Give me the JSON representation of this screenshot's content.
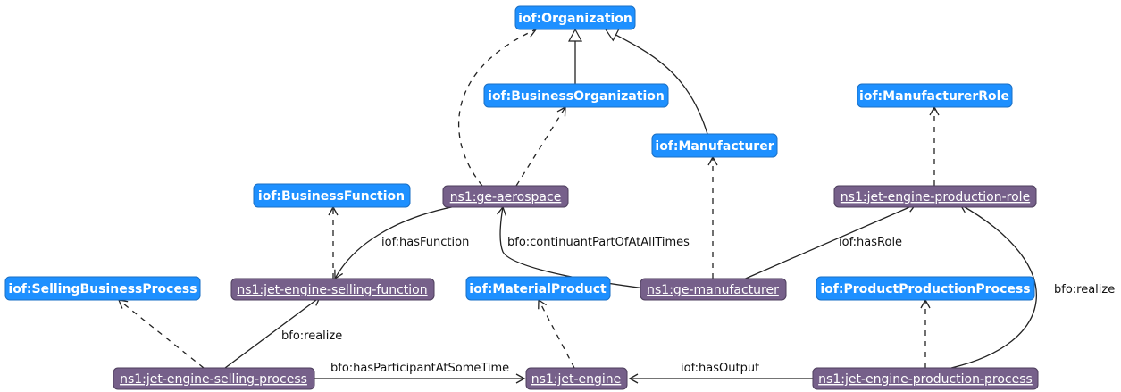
{
  "classes": {
    "organization": "iof:Organization",
    "business_organization": "iof:BusinessOrganization",
    "manufacturer_role": "iof:ManufacturerRole",
    "manufacturer": "iof:Manufacturer",
    "business_function": "iof:BusinessFunction",
    "selling_business_process": "iof:SellingBusinessProcess",
    "material_product": "iof:MaterialProduct",
    "product_production_process": "iof:ProductProductionProcess"
  },
  "instances": {
    "ge_aerospace": "ns1:ge-aerospace",
    "jet_engine_production_role": "ns1:jet-engine-production-role",
    "jet_engine_selling_function": "ns1:jet-engine-selling-function",
    "ge_manufacturer": "ns1:ge-manufacturer",
    "jet_engine_selling_process": "ns1:jet-engine-selling-process",
    "jet_engine": "ns1:jet-engine",
    "jet_engine_production_process": "ns1:jet-engine-production-process"
  },
  "edge_labels": {
    "has_function": "iof:hasFunction",
    "continuant_part_of": "bfo:continuantPartOfAtAllTimes",
    "has_role": "iof:hasRole",
    "realize_function": "bfo:realize",
    "realize_role": "bfo:realize",
    "has_participant": "bfo:hasParticipantAtSomeTime",
    "has_output": "iof:hasOutput"
  }
}
